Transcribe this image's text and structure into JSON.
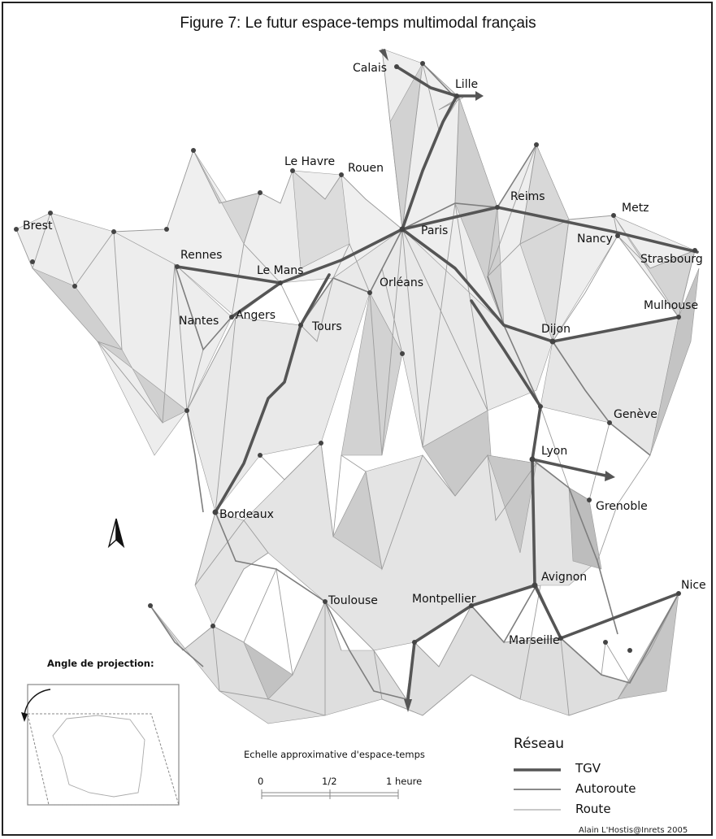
{
  "title": "Figure 7: Le futur espace-temps multimodal français",
  "cities": {
    "calais": "Calais",
    "lille": "Lille",
    "le_havre": "Le Havre",
    "rouen": "Rouen",
    "reims": "Reims",
    "metz": "Metz",
    "brest": "Brest",
    "paris": "Paris",
    "nancy": "Nancy",
    "strasbourg": "Strasbourg",
    "rennes": "Rennes",
    "le_mans": "Le Mans",
    "orleans": "Orléans",
    "mulhouse": "Mulhouse",
    "nantes": "Nantes",
    "angers": "Angers",
    "tours": "Tours",
    "dijon": "Dijon",
    "geneve": "Genève",
    "lyon": "Lyon",
    "bordeaux": "Bordeaux",
    "grenoble": "Grenoble",
    "avignon": "Avignon",
    "nice": "Nice",
    "toulouse": "Toulouse",
    "montpellier": "Montpellier",
    "marseille": "Marseille"
  },
  "inset": {
    "label": "Angle de projection:"
  },
  "scale": {
    "title": "Echelle approximative d'espace-temps",
    "tick0": "0",
    "tick1": "1/2",
    "tick2": "1 heure"
  },
  "legend": {
    "title": "Réseau",
    "tgv": "TGV",
    "autoroute": "Autoroute",
    "route": "Route"
  },
  "credit": "Alain L'Hostis@Inrets 2005",
  "colors": {
    "tgv": "#555555",
    "autoroute": "#8a8a8a",
    "route": "#c8c8c8",
    "terrain_dark": "#b4b4b4",
    "terrain_mid": "#d2d2d2",
    "terrain_light": "#ececec"
  }
}
